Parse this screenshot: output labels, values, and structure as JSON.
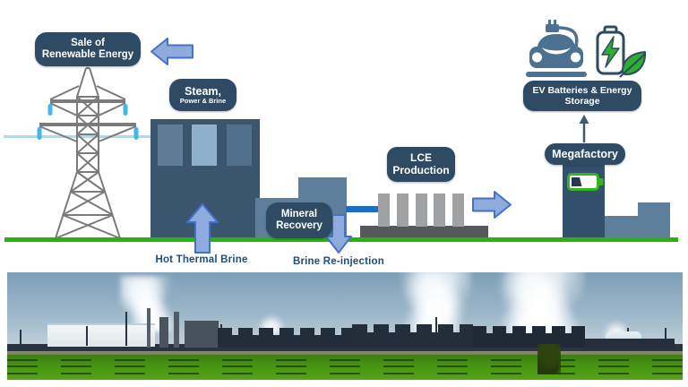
{
  "diagram": {
    "sale_box": {
      "line1": "Sale of",
      "line2": "Renewable Energy"
    },
    "steam_box": {
      "line1": "Steam,",
      "line2": "Power & Brine"
    },
    "mineral_box": {
      "line1": "Mineral",
      "line2": "Recovery"
    },
    "lce_box": {
      "line1": "LCE",
      "line2": "Production"
    },
    "megafactory_box": {
      "label": "Megafactory"
    },
    "ev_box": {
      "line1": "EV Batteries & Energy",
      "line2": "Storage"
    },
    "flow_labels": {
      "hot_thermal_brine": "Hot Thermal Brine",
      "brine_reinjection": "Brine Re-injection"
    },
    "colors": {
      "label_box_bg": "#2e4b63",
      "label_text": "#ffffff",
      "flow_label_text": "#1f4e79",
      "arrow_fill": "#8faadc",
      "arrow_border": "#4472c4",
      "ground_green": "#2ab30f",
      "pipe_blue": "#1b6ec2",
      "building_dark": "#3a566f",
      "building_medium": "#5d7f9c",
      "battery_green": "#35b51c",
      "eco_green": "#2fae2f",
      "power_line_blue": "#a6dcf5"
    },
    "icons": [
      "transmission-tower-icon",
      "power-plant-icon",
      "mineral-plant-icon",
      "lce-plant-icon",
      "megafactory-icon",
      "battery-level-icon",
      "ev-car-charging-icon",
      "battery-eco-icon",
      "flow-arrow-left",
      "flow-arrow-up",
      "flow-arrow-down",
      "flow-arrow-right",
      "flow-arrow-up-thin"
    ]
  },
  "photo": {
    "alt": "Geothermal power plants with steam plumes over green farm fields"
  }
}
